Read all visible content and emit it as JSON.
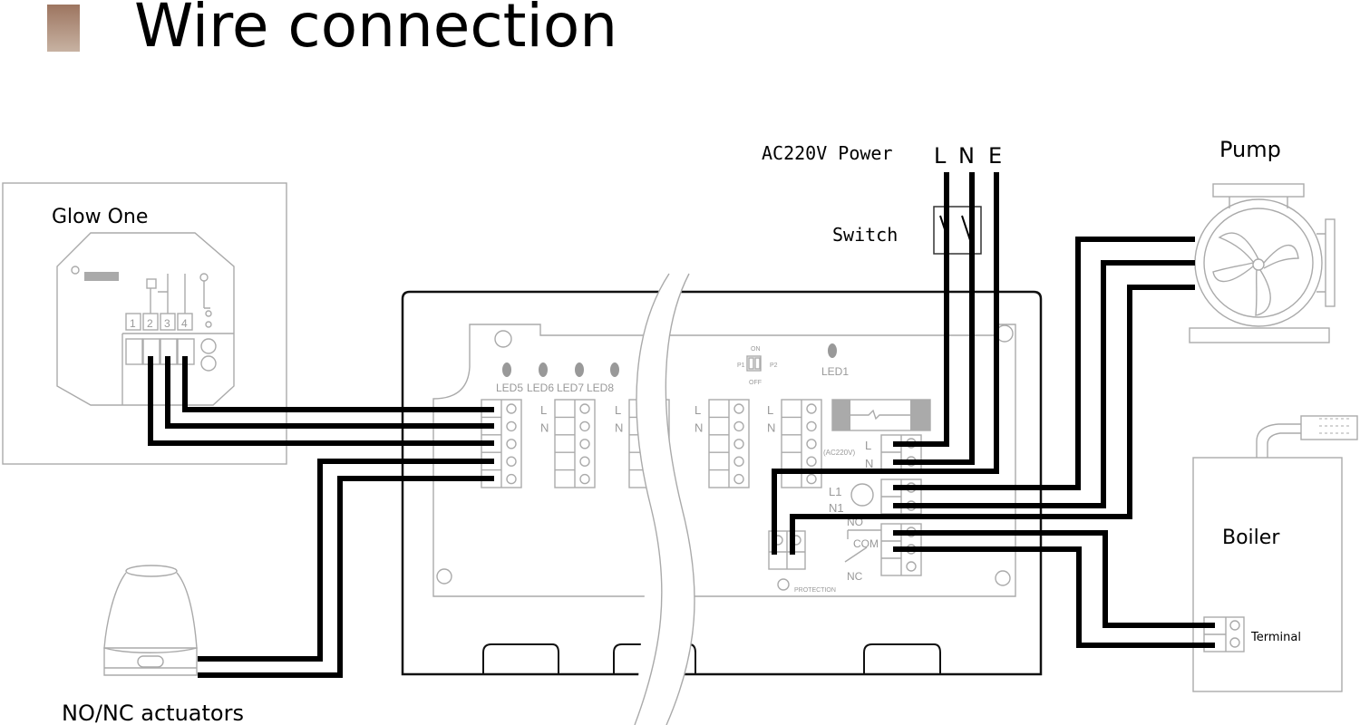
{
  "title": "Wire connection",
  "accent_color": "#a9846e",
  "thermostat": {
    "label": "Glow One",
    "terminals": [
      "1",
      "2",
      "3",
      "4"
    ]
  },
  "power": {
    "label": "AC220V Power",
    "lines": [
      "L",
      "N",
      "E"
    ],
    "switch_label": "Switch"
  },
  "pump": {
    "label": "Pump"
  },
  "boiler": {
    "label": "Boiler",
    "terminal_label": "Terminal"
  },
  "actuator": {
    "label": "NO/NC actuators"
  },
  "hub": {
    "leds": [
      "LED5",
      "LED6",
      "LED7",
      "LED8"
    ],
    "led1": "LED1",
    "dip": {
      "on": "ON",
      "off": "OFF",
      "p1": "P1",
      "p2": "P2"
    },
    "zone_labels": [
      "L",
      "N"
    ],
    "power_label": "(AC220V)",
    "power_terms": [
      "L",
      "N"
    ],
    "pump_terms": [
      "L1",
      "N1"
    ],
    "relay_terms": [
      "NO",
      "COM",
      "NC"
    ],
    "protection_label": "PROTECTION"
  }
}
